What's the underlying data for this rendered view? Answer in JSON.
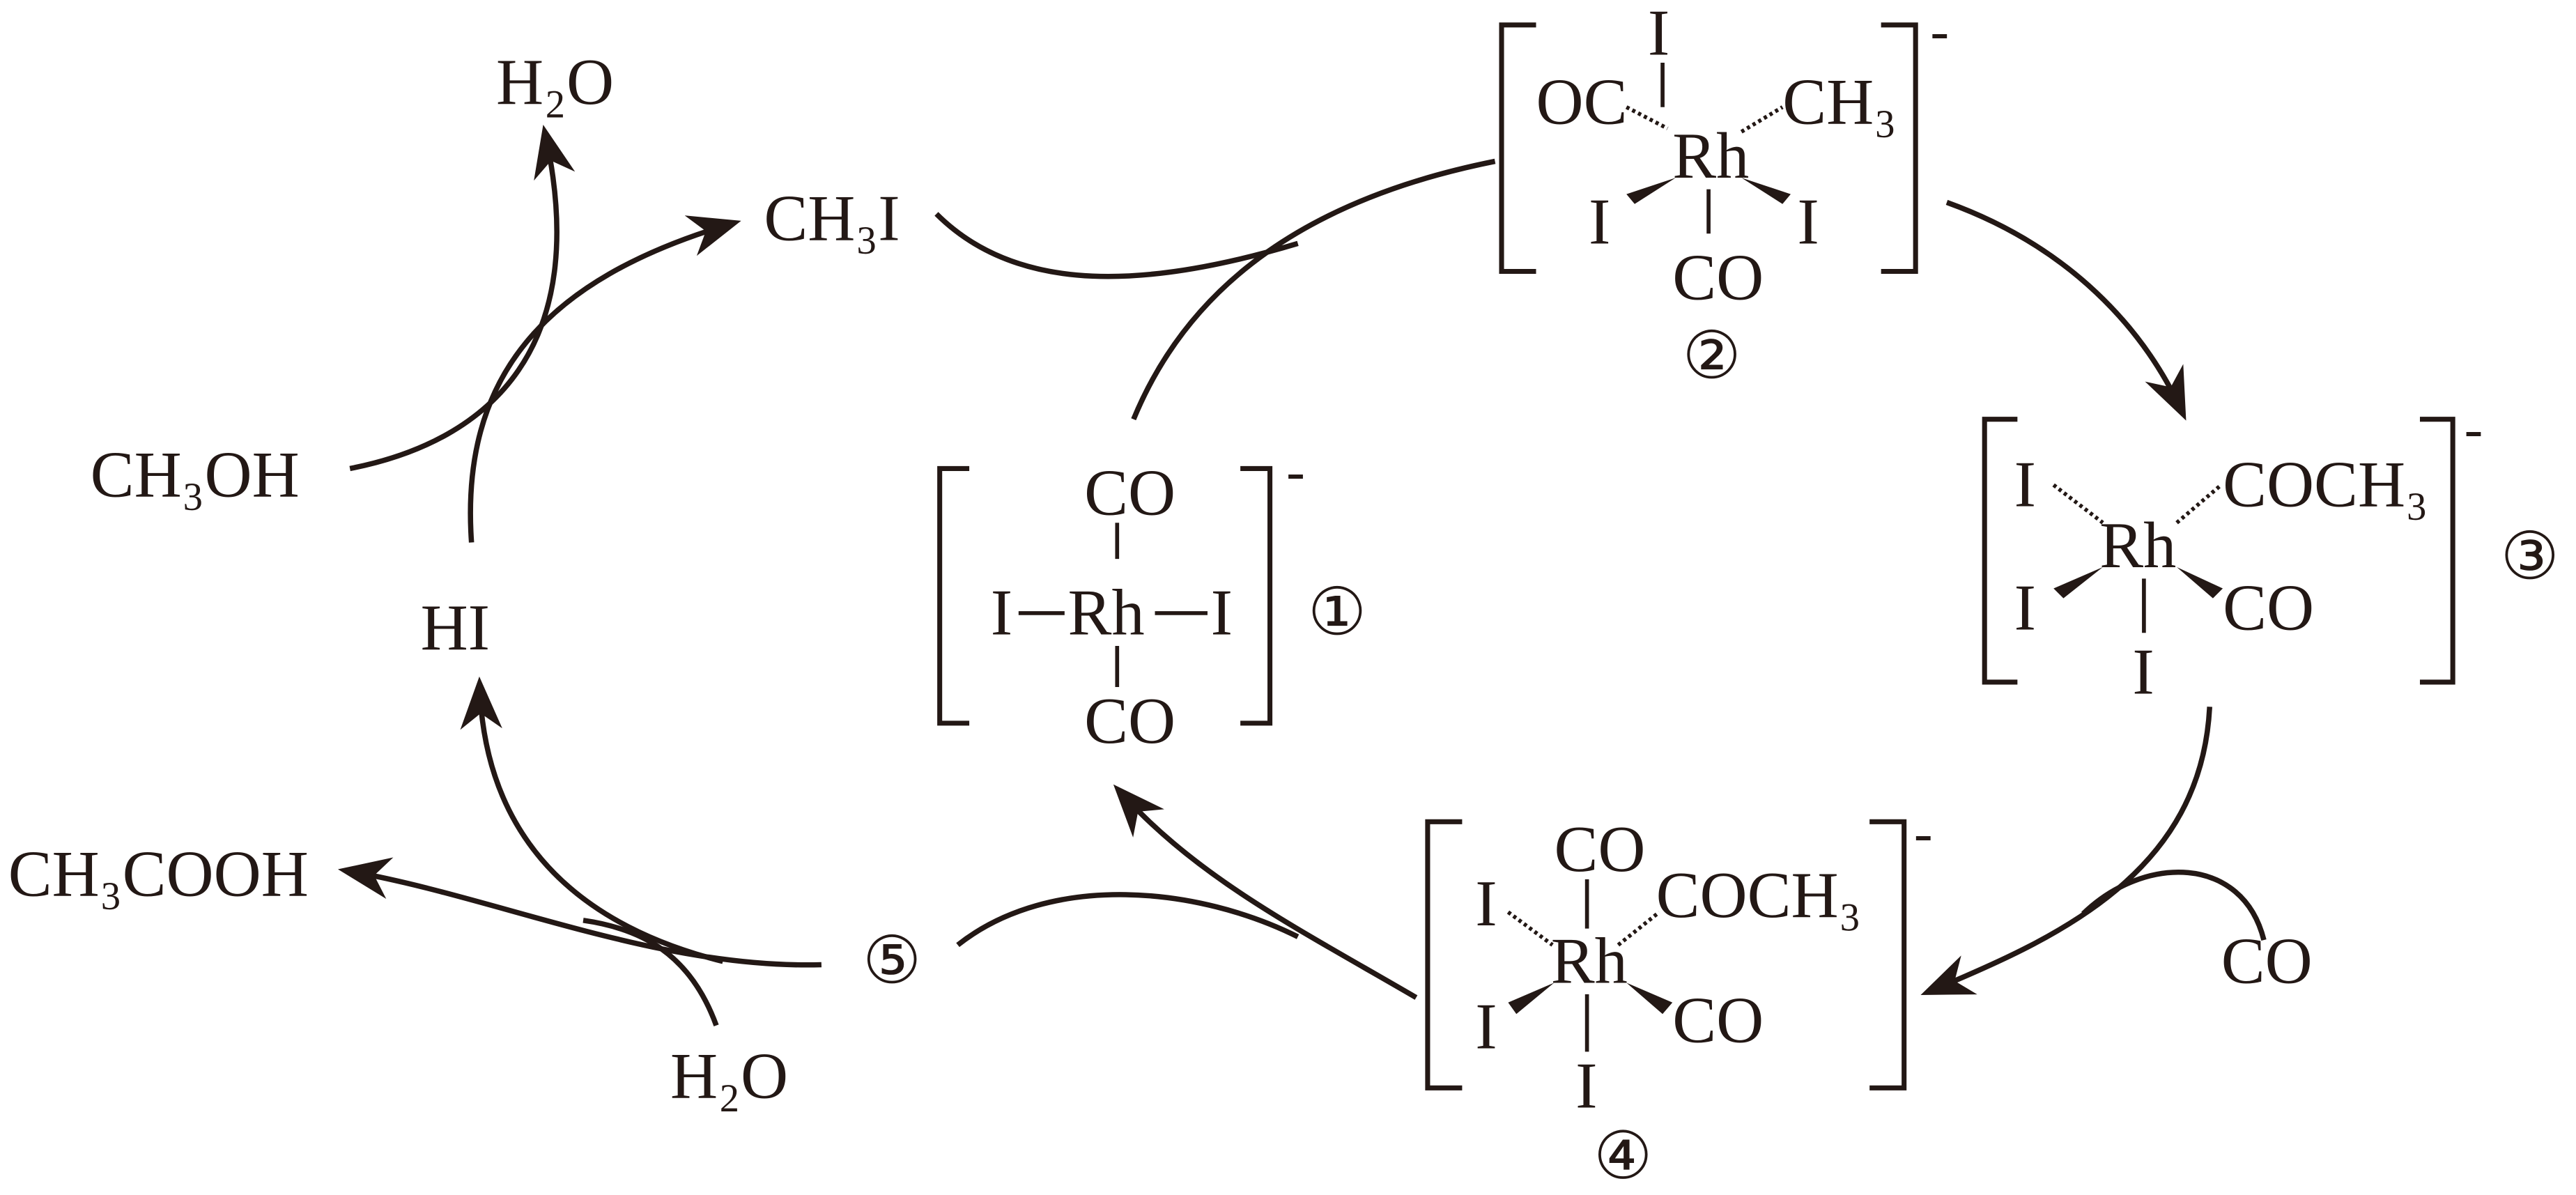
{
  "species": {
    "water_top": "H₂O",
    "methyl_iodide": "CH₃I",
    "methanol": "CH₃OH",
    "hydrogen_iodide": "HI",
    "acetic_acid": "CH₃COOH",
    "water_bottom": "H₂O",
    "carbon_monoxide": "CO"
  },
  "complex1": {
    "label": "①",
    "charge": "-",
    "co_top": "CO",
    "co_bottom": "CO",
    "i_left": "I",
    "i_right": "I",
    "metal": "Rh"
  },
  "complex2": {
    "label": "②",
    "charge": "-",
    "i_top": "I",
    "oc": "OC",
    "ch3": "CH₃",
    "metal": "Rh",
    "i_left": "I",
    "i_right": "I",
    "co_bottom": "CO"
  },
  "complex3": {
    "label": "③",
    "charge": "-",
    "i_top_left": "I",
    "coch3": "COCH₃",
    "metal": "Rh",
    "i_left": "I",
    "co": "CO",
    "i_bottom": "I"
  },
  "complex4": {
    "label": "④",
    "charge": "-",
    "co_top": "CO",
    "coch3": "COCH₃",
    "i_top_left": "I",
    "metal": "Rh",
    "i_left": "I",
    "co": "CO",
    "i_bottom": "I"
  },
  "intermediate5": {
    "label": "⑤"
  }
}
